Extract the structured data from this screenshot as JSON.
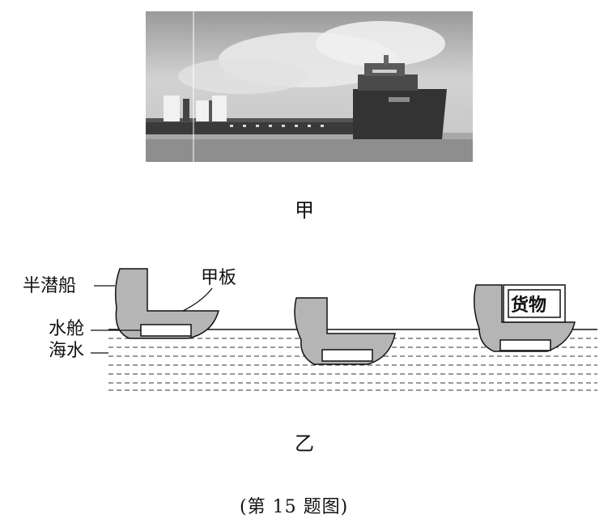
{
  "figure": {
    "photo_caption": "甲",
    "diagram_caption": "乙",
    "figure_caption": "(第 15 题图)"
  },
  "diagram": {
    "label_ship": "半潜船",
    "label_deck": "甲板",
    "label_tank": "水舱",
    "label_sea": "海水",
    "label_cargo": "货物"
  },
  "colors": {
    "hull_fill": "#b5b5b5",
    "tank_fill": "#ffffff",
    "line": "#111111",
    "photo_sky": "#dcdcdc",
    "photo_ship": "#3a3a3a"
  }
}
